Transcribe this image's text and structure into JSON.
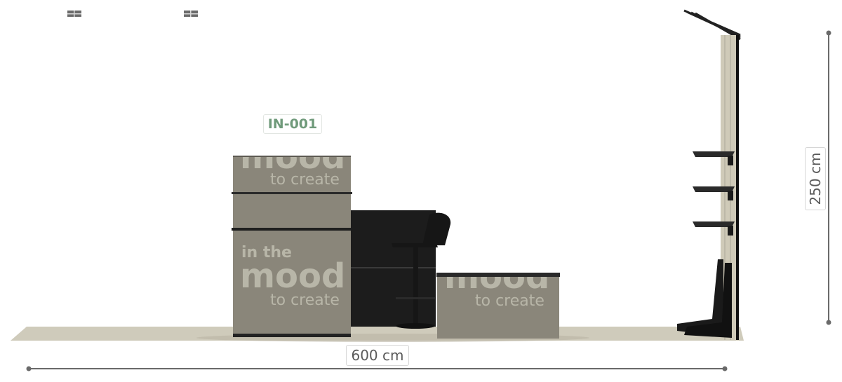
{
  "booth": {
    "code": "IN-001",
    "width_label": "600 cm",
    "height_label": "250 cm"
  },
  "graphics": {
    "line_in_the": "in the",
    "line_mood": "mood",
    "line_to_create": "to create"
  },
  "colors": {
    "floor": "#cfcbbb",
    "panel": "#8a867a",
    "furniture": "#1c1c1c",
    "dimension_line": "#6a6a6a",
    "code_accent": "#6f9a7a"
  }
}
